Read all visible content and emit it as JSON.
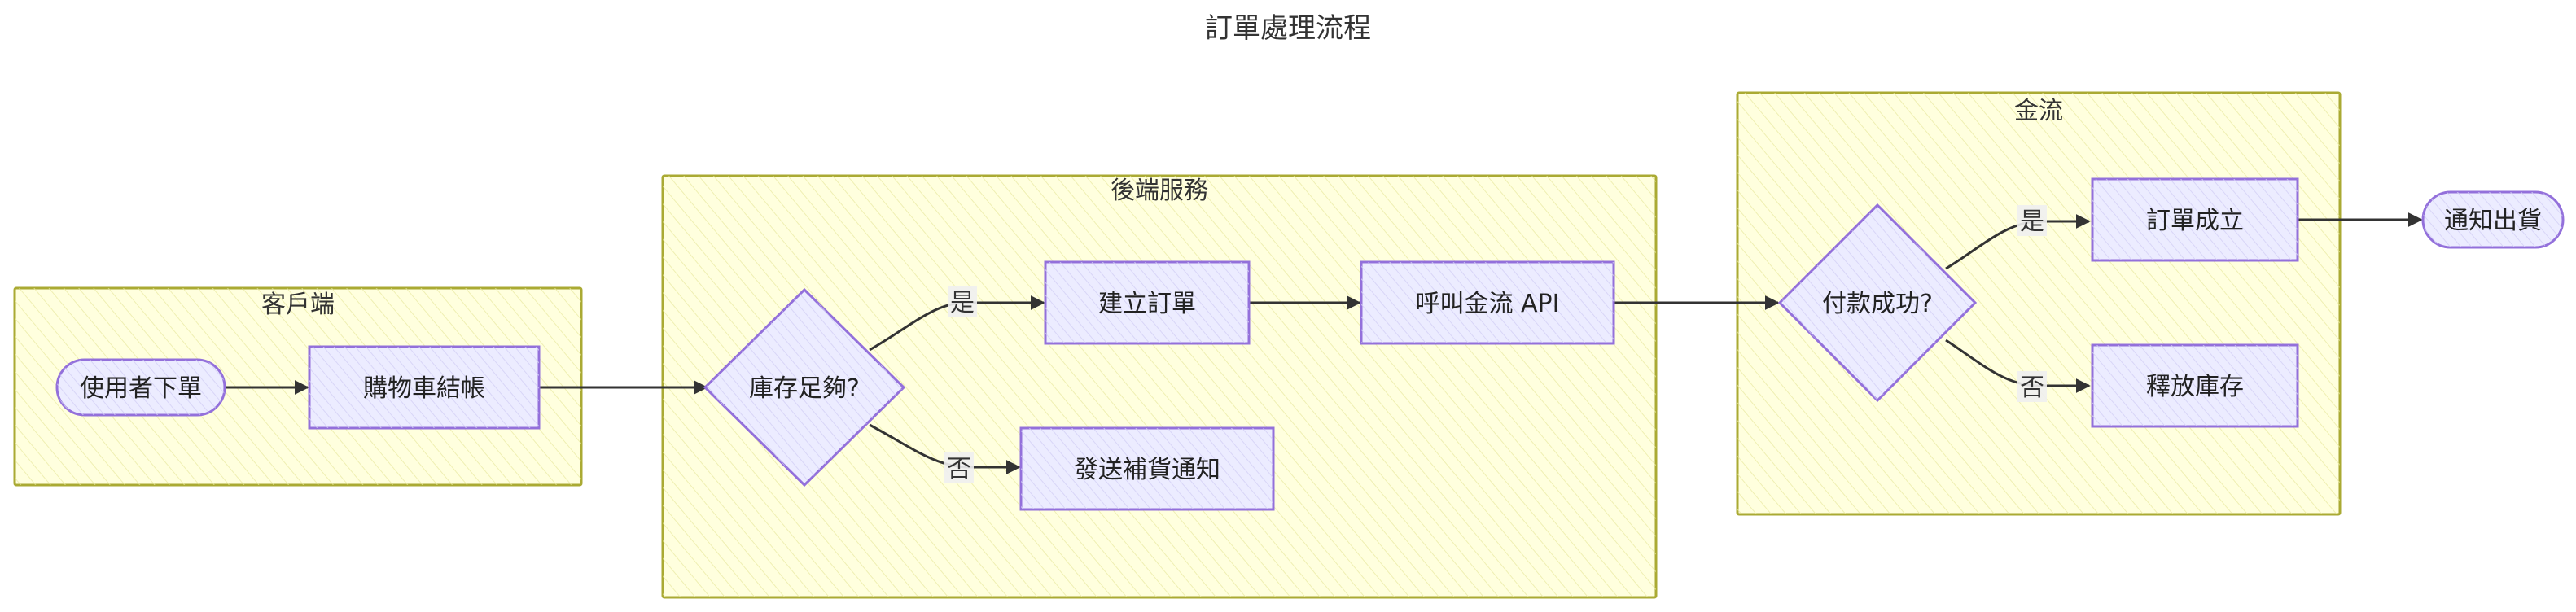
{
  "title": "訂單處理流程",
  "colors": {
    "cluster_fill": "#ffffde",
    "cluster_stroke": "#aaaa33",
    "node_fill": "#ECECFF",
    "node_stroke": "#9370DB",
    "edge": "#333333"
  },
  "clusters": {
    "client": {
      "label": "客戶端"
    },
    "backend": {
      "label": "後端服務"
    },
    "payment": {
      "label": "金流"
    }
  },
  "nodes": {
    "user_order": "使用者下單",
    "checkout": "購物車結帳",
    "stock_check": "庫存足夠?",
    "create_order": "建立訂單",
    "call_payment": "呼叫金流 API",
    "restock_notice": "發送補貨通知",
    "payment_ok": "付款成功?",
    "order_done": "訂單成立",
    "release_stock": "釋放庫存",
    "ship_notice": "通知出貨"
  },
  "edge_labels": {
    "stock_yes": "是",
    "stock_no": "否",
    "pay_yes": "是",
    "pay_no": "否"
  }
}
